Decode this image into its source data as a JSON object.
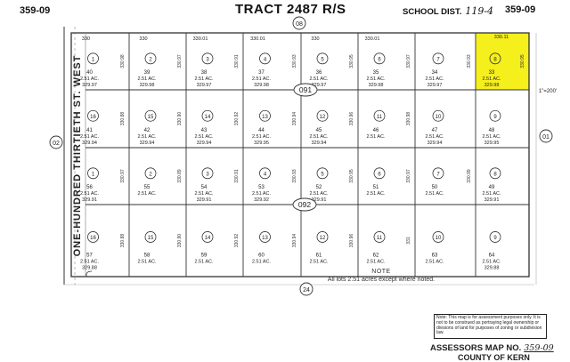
{
  "header": {
    "left_code": "359-09",
    "title": "TRACT 2487 R/S",
    "school_label": "SCHOOL DIST.",
    "school_value": "119-4",
    "right_code": "359-09"
  },
  "street": {
    "west_name": "ONE-HUNDRED THIRTIETH ST. WEST",
    "north_ref": "08",
    "south_ref": "24",
    "west_ref": "02",
    "east_ref": "01",
    "block_tags": [
      "091",
      "092"
    ],
    "scale_note": "1\"=200'"
  },
  "highlight_color": "#f5ef1c",
  "highlight_frontage": "330.11",
  "parcels": [
    {
      "circle": "1",
      "lot": "40",
      "area": "2.51 AC.",
      "sub": "329.97",
      "top": "330"
    },
    {
      "circle": "2",
      "lot": "39",
      "area": "2.51 AC.",
      "sub": "329.98",
      "top": "330"
    },
    {
      "circle": "3",
      "lot": "38",
      "area": "2.51 AC.",
      "sub": "329.97",
      "top": "330.01"
    },
    {
      "circle": "4",
      "lot": "37",
      "area": "2.51 AC.",
      "sub": "329.98",
      "top": "330.01"
    },
    {
      "circle": "5",
      "lot": "36",
      "area": "2.51 AC.",
      "sub": "329.97",
      "top": "330"
    },
    {
      "circle": "6",
      "lot": "35",
      "area": "2.51 AC.",
      "sub": "329.98",
      "top": "330.01"
    },
    {
      "circle": "7",
      "lot": "34",
      "area": "2.51 AC.",
      "sub": "329.97",
      "top": ""
    },
    {
      "circle": "8",
      "lot": "33",
      "area": "2.51 AC.",
      "sub": "329.98",
      "top": "",
      "highlight": true
    },
    {
      "circle": "16",
      "lot": "41",
      "area": "2.51 AC.",
      "sub": "329.94",
      "top": ""
    },
    {
      "circle": "15",
      "lot": "42",
      "area": "2.51 AC.",
      "sub": "329.94",
      "top": ""
    },
    {
      "circle": "14",
      "lot": "43",
      "area": "2.51 AC.",
      "sub": "329.94",
      "top": ""
    },
    {
      "circle": "13",
      "lot": "44",
      "area": "2.51 AC.",
      "sub": "329.95",
      "top": ""
    },
    {
      "circle": "12",
      "lot": "45",
      "area": "2.51 AC.",
      "sub": "329.94",
      "top": ""
    },
    {
      "circle": "11",
      "lot": "46",
      "area": "2.51 AC.",
      "sub": "",
      "top": ""
    },
    {
      "circle": "10",
      "lot": "47",
      "area": "2.51 AC.",
      "sub": "329.94",
      "top": ""
    },
    {
      "circle": "9",
      "lot": "48",
      "area": "2.51 AC.",
      "sub": "329.95",
      "top": ""
    },
    {
      "circle": "1",
      "lot": "56",
      "area": "2.51 AC.",
      "sub": "329.91",
      "top": ""
    },
    {
      "circle": "2",
      "lot": "55",
      "area": "2.51 AC.",
      "sub": "",
      "top": ""
    },
    {
      "circle": "3",
      "lot": "54",
      "area": "2.51 AC.",
      "sub": "329.91",
      "top": ""
    },
    {
      "circle": "4",
      "lot": "53",
      "area": "2.51 AC.",
      "sub": "329.92",
      "top": ""
    },
    {
      "circle": "5",
      "lot": "52",
      "area": "2.51 AC.",
      "sub": "329.91",
      "top": ""
    },
    {
      "circle": "6",
      "lot": "51",
      "area": "2.51 AC.",
      "sub": "",
      "top": ""
    },
    {
      "circle": "7",
      "lot": "50",
      "area": "2.51 AC.",
      "sub": "",
      "top": ""
    },
    {
      "circle": "8",
      "lot": "49",
      "area": "2.51 AC.",
      "sub": "329.91",
      "top": ""
    },
    {
      "circle": "16",
      "lot": "57",
      "area": "2.51 AC.",
      "sub": "329.88",
      "top": ""
    },
    {
      "circle": "15",
      "lot": "58",
      "area": "2.51 AC.",
      "sub": "",
      "top": ""
    },
    {
      "circle": "14",
      "lot": "59",
      "area": "2.51 AC.",
      "sub": "",
      "top": ""
    },
    {
      "circle": "13",
      "lot": "60",
      "area": "2.51 AC.",
      "sub": "",
      "top": ""
    },
    {
      "circle": "12",
      "lot": "61",
      "area": "2.51 AC.",
      "sub": "",
      "top": ""
    },
    {
      "circle": "11",
      "lot": "62",
      "area": "2.51 AC.",
      "sub": "",
      "top": ""
    },
    {
      "circle": "10",
      "lot": "63",
      "area": "2.51 AC.",
      "sub": "",
      "top": ""
    },
    {
      "circle": "9",
      "lot": "64",
      "area": "2.51 AC.",
      "sub": "329.88",
      "top": ""
    }
  ],
  "side_dims": [
    "330.98",
    "330.97",
    "330.91",
    "330.93",
    "330.95",
    "330.97",
    "330.93",
    "330.95",
    "330.88",
    "330.90",
    "330.92",
    "330.94",
    "330.96",
    "330.98",
    "330.97",
    "330.89",
    "330.91",
    "330.93",
    "330.95",
    "330.97",
    "330.99",
    "330.88",
    "330.90",
    "330.92",
    "330.94",
    "330.96",
    "331"
  ],
  "note": {
    "title": "NOTE",
    "text": "All lots 2.51 acres except where noted."
  },
  "disclaimer": "Note: This map is for assessment purposes only. It is not to be construed as portraying legal ownership or divisions of land for purposes of zoning or subdivision law.",
  "footer": {
    "map_label": "ASSESSORS MAP NO.",
    "map_number": "359-09",
    "county": "COUNTY OF KERN"
  }
}
